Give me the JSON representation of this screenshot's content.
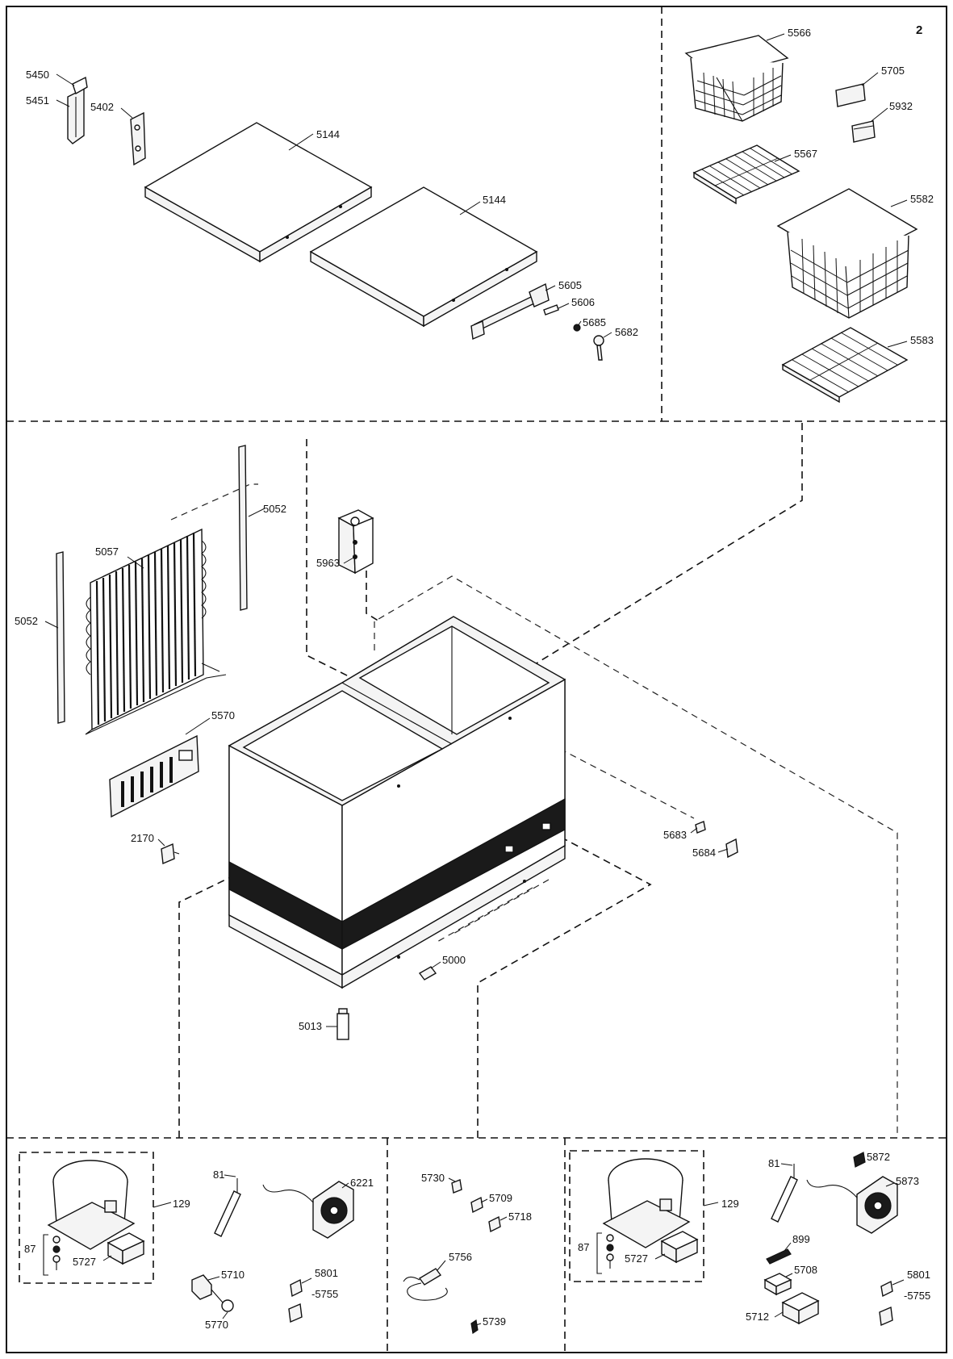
{
  "page_number": "2",
  "labels": {
    "l5450": "5450",
    "l5451": "5451",
    "l5402": "5402",
    "l5144a": "5144",
    "l5144b": "5144",
    "l5605": "5605",
    "l5606": "5606",
    "l5685": "5685",
    "l5682": "5682",
    "l5566": "5566",
    "l5705": "5705",
    "l5932": "5932",
    "l5567": "5567",
    "l5582": "5582",
    "l5583": "5583",
    "l5052a": "5052",
    "l5052b": "5052",
    "l5057": "5057",
    "l5963": "5963",
    "l5570": "5570",
    "l2170": "2170",
    "l5683": "5683",
    "l5684": "5684",
    "l5000": "5000",
    "l5013": "5013",
    "l129a": "129",
    "l87a": "87",
    "l5727a": "5727",
    "l81a": "81",
    "l6221": "6221",
    "l5710": "5710",
    "l5770": "5770",
    "l5801a": "5801",
    "l5755a": "-5755",
    "l5730": "5730",
    "l5709": "5709",
    "l5718": "5718",
    "l5756": "5756",
    "l5739": "5739",
    "l129b": "129",
    "l87b": "87",
    "l5727b": "5727",
    "l81b": "81",
    "l5872": "5872",
    "l5873": "5873",
    "l899": "899",
    "l5708": "5708",
    "l5712": "5712",
    "l5801b": "5801",
    "l5755b": "-5755"
  }
}
